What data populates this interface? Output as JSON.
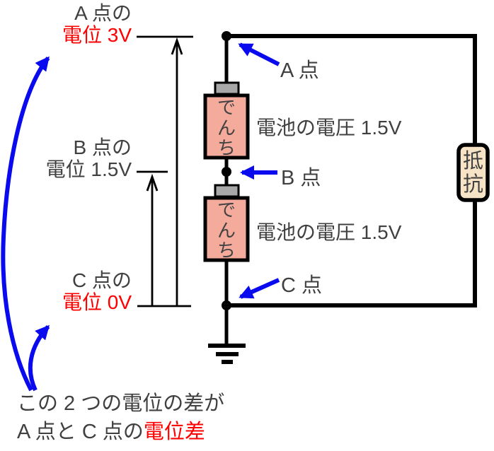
{
  "title": "電位と電位差の説明図",
  "colors": {
    "emphasis_red": "#ff0000",
    "arrow_blue": "#0a0aee",
    "battery_fill": "#f5ab9b",
    "terminal_gray": "#a8a8a8",
    "resistor_fill": "#f7e3c5",
    "text_gray": "#404040",
    "wire_black": "#000000"
  },
  "potential_labels": {
    "a": {
      "point_line": "A 点の",
      "value_line": "電位 3V"
    },
    "b": {
      "point_line": "B 点の",
      "value_line": "電位 1.5V"
    },
    "c": {
      "point_line": "C 点の",
      "value_line": "電位 0V"
    }
  },
  "point_labels": {
    "a": "A 点",
    "b": "B 点",
    "c": "C 点"
  },
  "batteries": [
    {
      "label": "でんち",
      "voltage_text": "電池の電圧 1.5V"
    },
    {
      "label": "でんち",
      "voltage_text": "電池の電圧 1.5V"
    }
  ],
  "resistor": {
    "label": "抵抗"
  },
  "note": {
    "line1": "この 2 つの電位の差が",
    "line2_prefix": "A 点と C 点の",
    "line2_highlight": "電位差"
  }
}
